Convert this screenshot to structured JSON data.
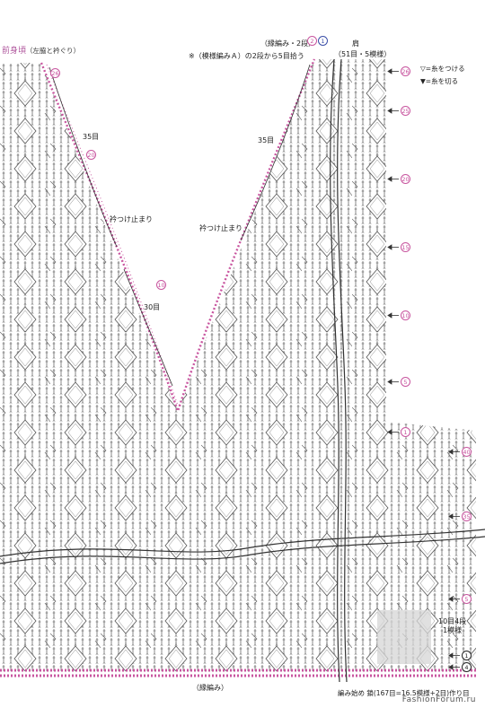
{
  "title": {
    "main": "前身頃",
    "sub": "（左脇と衿ぐり）"
  },
  "notes": {
    "edging_two_rows": "（縁編み・2段）",
    "decrease_note": "※（模様編みＡ）の2段から5目拾う",
    "shoulder": "肩",
    "shoulder_count": "（51目・5模様）",
    "collar_stop_left": "衿つけ止まり",
    "collar_stop_right": "衿つけ止まり",
    "count_left_top": "35目",
    "count_right_top": "35目",
    "count_left_bottom": "30目",
    "edging_bottom": "（縁編み）",
    "repeat_block": "10目4段\n1模様",
    "start_count": "編み始め 鎖(167目=16.5模様+2目)作り目"
  },
  "legend": [
    {
      "symbol": "▽",
      "text": "=糸をつける"
    },
    {
      "symbol": "▼",
      "text": "=糸を切る"
    }
  ],
  "row_markers": {
    "right_side": [
      "26",
      "25",
      "20",
      "15",
      "10",
      "5",
      "1",
      "40",
      "35",
      "5",
      "1",
      "4"
    ],
    "left_neck": [
      "26",
      "20",
      "10"
    ],
    "top": [
      "2",
      "1"
    ]
  },
  "colors": {
    "pink": "#c8559f",
    "blue": "#3b4fa8",
    "stitch": "#444444",
    "highlight": "#d6d6d6"
  },
  "watermark": "FashionForum.ru"
}
